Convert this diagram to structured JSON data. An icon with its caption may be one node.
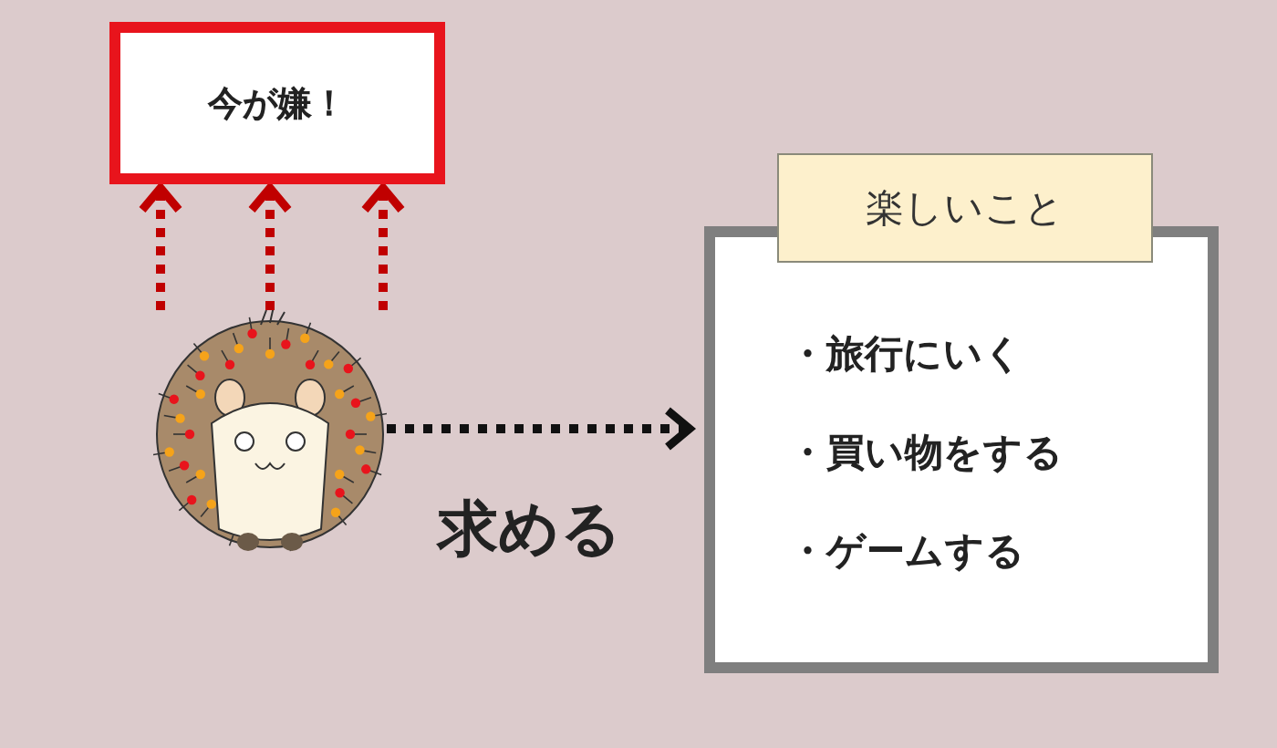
{
  "diagram": {
    "nodes": [
      {
        "text": [
          "今が嫌！"
        ]
      },
      {
        "text": [],
        "shape": "picture"
      },
      {
        "text": [
          "楽しいこと",
          "・旅行にいく",
          "・買い物をする",
          "・ゲームする"
        ]
      }
    ],
    "edges": [
      {
        "from": 1,
        "to": 0,
        "arrow": "to",
        "style": "dashed",
        "color": "#c00000"
      },
      {
        "from": 1,
        "to": 0,
        "arrow": "to",
        "style": "dashed",
        "color": "#c00000"
      },
      {
        "from": 1,
        "to": 0,
        "arrow": "to",
        "style": "dashed",
        "color": "#c00000"
      },
      {
        "from": 1,
        "to": 2,
        "arrow": "to",
        "style": "dashed",
        "color": "#111111",
        "label": "求める"
      }
    ]
  }
}
